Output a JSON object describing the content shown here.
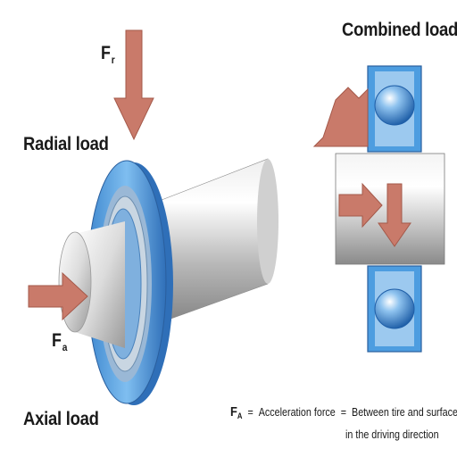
{
  "labels": {
    "combined_load": "Combined load",
    "radial_load": "Radial load",
    "axial_load": "Axial load"
  },
  "forces": {
    "radial": {
      "symbol": "F",
      "subscript": "r"
    },
    "axial": {
      "symbol": "F",
      "subscript": "a"
    }
  },
  "legend": {
    "symbol": "F",
    "subscript": "A",
    "eq1": "=",
    "definition": "Acceleration force",
    "eq2": "=",
    "description_line1": "Between tire and surface",
    "description_line2": "in the driving direction"
  },
  "colors": {
    "arrow": "#c97a6a",
    "bearing_blue": "#4d9de0",
    "shaft_gray": "#c8c8c8",
    "ball_blue": "#2f6fb8"
  }
}
